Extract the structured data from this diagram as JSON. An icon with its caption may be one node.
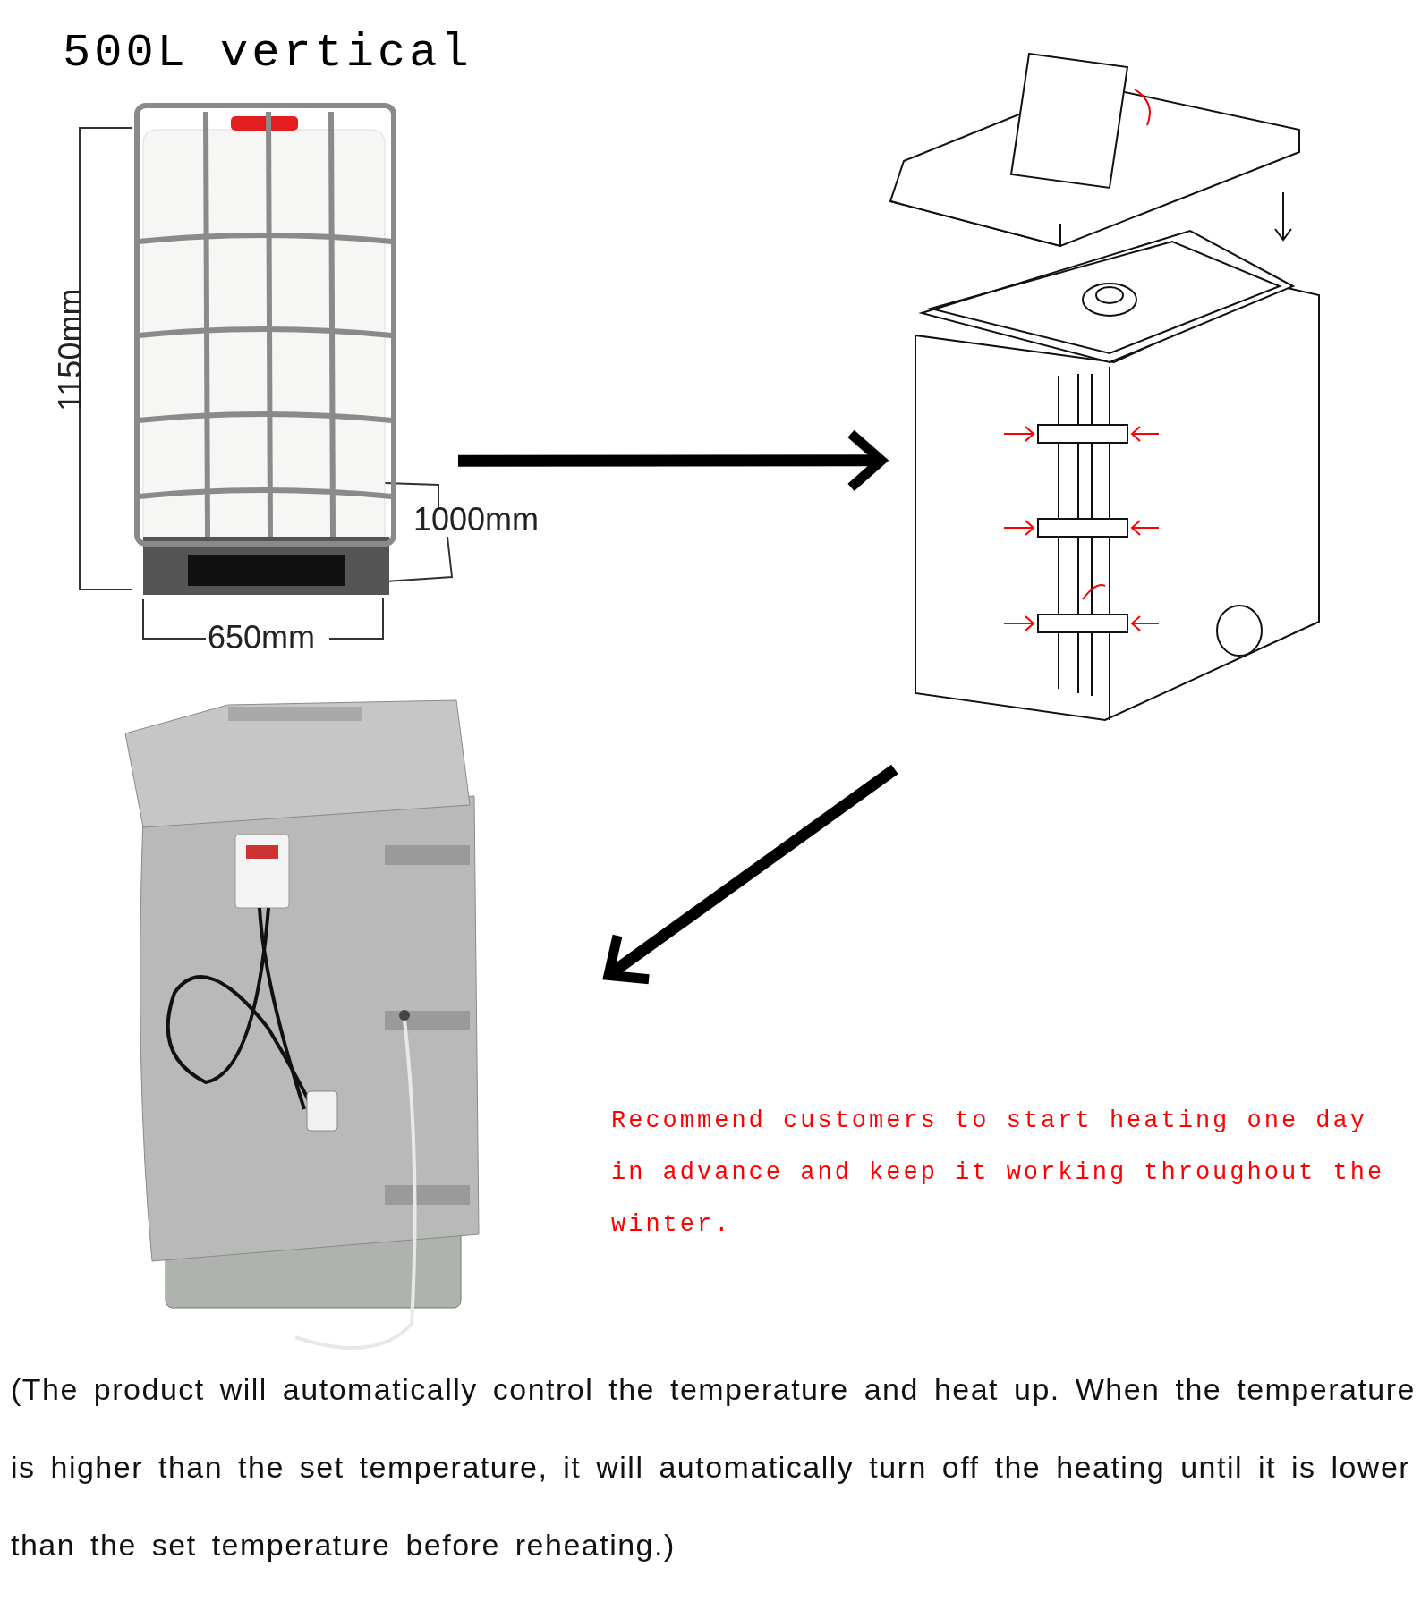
{
  "diagram": {
    "title": "500L vertical",
    "caption": "(The product will automatically control the temperature and heat up. When the temperature is higher than the set temperature, it will automatically turn off the heating until it is lower than the set temperature before reheating.)",
    "nodes": [
      {
        "text": [],
        "shape": "picture"
      },
      {
        "text": [],
        "shape": "picture"
      },
      {
        "text": [],
        "shape": "picture"
      }
    ],
    "edges": [
      {
        "from": 0,
        "to": 1,
        "arrow": "to"
      },
      {
        "from": 1,
        "to": 2,
        "arrow": "to"
      }
    ],
    "labels": [
      "1150mm",
      "1000mm",
      "650mm",
      "Recommend customers to start heating one day in advance and keep it working throughout the winter."
    ]
  }
}
